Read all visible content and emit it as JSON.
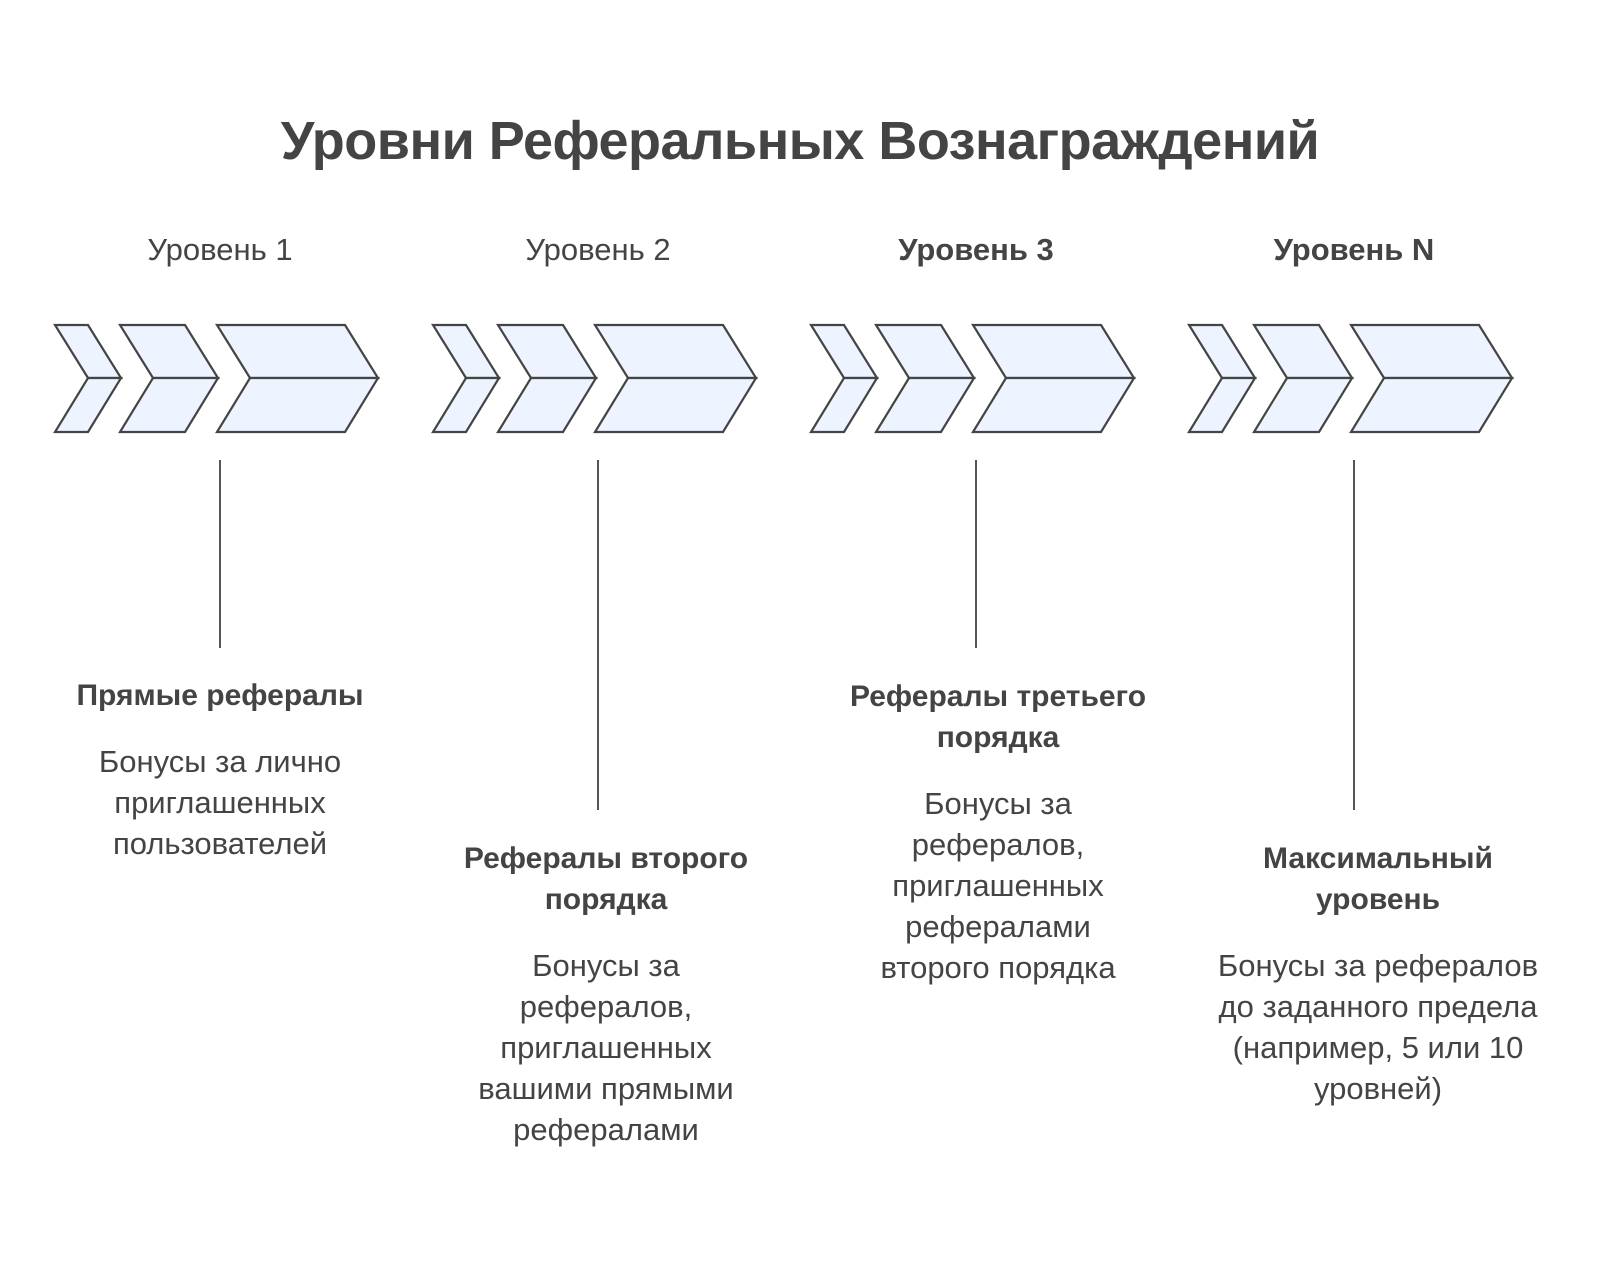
{
  "title": "Уровни Реферальных Вознаграждений",
  "colors": {
    "chevron_fill": "#EEF4FF",
    "chevron_stroke": "#444444",
    "text": "#444444",
    "connector": "#555555"
  },
  "levels": [
    {
      "label": "Уровень 1",
      "label_bold": false,
      "heading": "Прямые рефералы",
      "description": "Бонусы за лично приглашенных пользователей"
    },
    {
      "label": "Уровень 2",
      "label_bold": false,
      "heading": "Рефералы второго порядка",
      "description": "Бонусы за рефералов, приглашенных вашими прямыми рефералами"
    },
    {
      "label": "Уровень 3",
      "label_bold": true,
      "heading": "Рефералы третьего порядка",
      "description": "Бонусы за рефералов, приглашенных рефералами второго порядка"
    },
    {
      "label": "Уровень N",
      "label_bold": true,
      "heading": "Максимальный уровень",
      "description": "Бонусы за рефералов до заданного предела (например, 5 или 10 уровней)"
    }
  ]
}
